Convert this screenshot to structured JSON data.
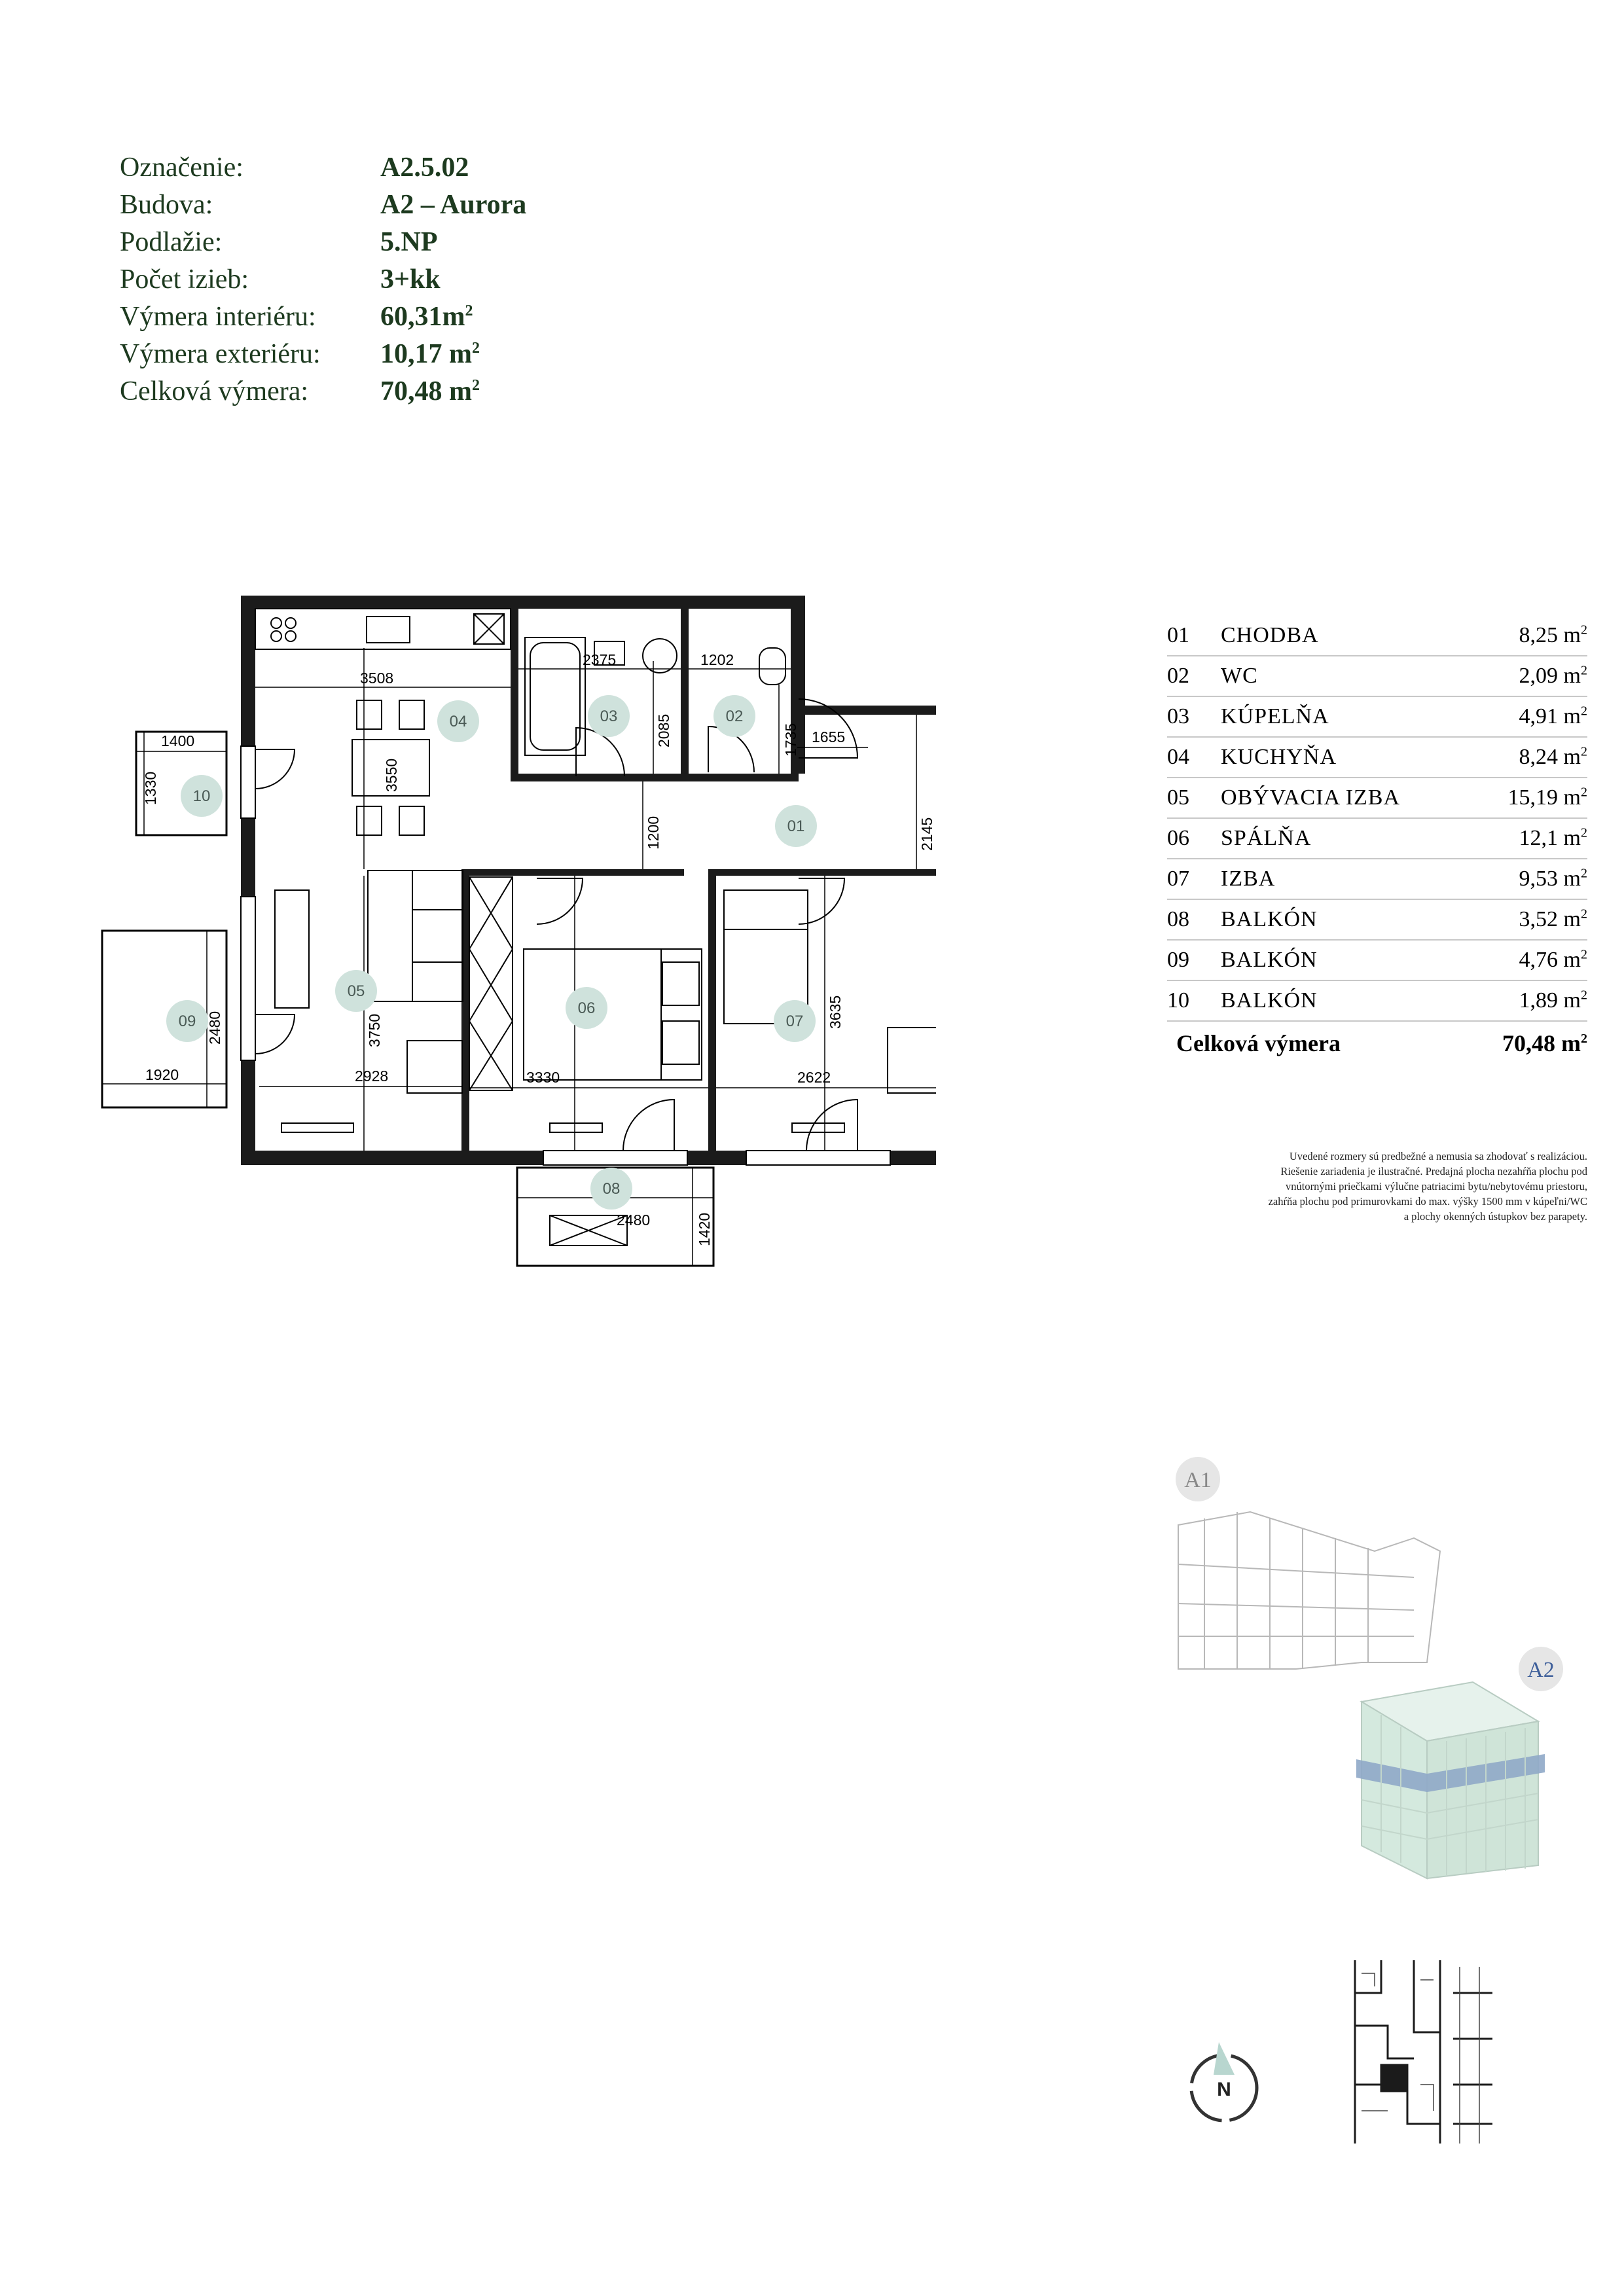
{
  "info": [
    {
      "label": "Označenie:",
      "value": "A2.5.02",
      "unit": ""
    },
    {
      "label": "Budova:",
      "value": "A2 – Aurora",
      "unit": ""
    },
    {
      "label": "Podlažie:",
      "value": "5.NP",
      "unit": ""
    },
    {
      "label": "Počet izieb:",
      "value": "3+kk",
      "unit": ""
    },
    {
      "label": "Výmera interiéru:",
      "value": "60,31m",
      "unit": "2"
    },
    {
      "label": "Výmera exteriéru:",
      "value": "10,17 m",
      "unit": "2"
    },
    {
      "label": "Celková výmera:",
      "value": "70,48 m",
      "unit": "2"
    }
  ],
  "rooms": [
    {
      "num": "01",
      "name": "CHODBA",
      "area": "8,25 m",
      "unit": "2"
    },
    {
      "num": "02",
      "name": "WC",
      "area": "2,09 m",
      "unit": "2"
    },
    {
      "num": "03",
      "name": "KÚPELŇA",
      "area": "4,91 m",
      "unit": "2"
    },
    {
      "num": "04",
      "name": "KUCHYŇA",
      "area": "8,24 m",
      "unit": "2"
    },
    {
      "num": "05",
      "name": "OBÝVACIA IZBA",
      "area": "15,19 m",
      "unit": "2"
    },
    {
      "num": "06",
      "name": "SPÁLŇA",
      "area": "12,1 m",
      "unit": "2"
    },
    {
      "num": "07",
      "name": "IZBA",
      "area": "9,53 m",
      "unit": "2"
    },
    {
      "num": "08",
      "name": "BALKÓN",
      "area": "3,52 m",
      "unit": "2"
    },
    {
      "num": "09",
      "name": "BALKÓN",
      "area": "4,76 m",
      "unit": "2"
    },
    {
      "num": "10",
      "name": "BALKÓN",
      "area": "1,89 m",
      "unit": "2"
    }
  ],
  "total": {
    "label": "Celková výmera",
    "value": "70,48 m",
    "unit": "2"
  },
  "note": [
    "Uvedené rozmery sú predbežné a nemusia sa zhodovať s realizáciou.",
    "Riešenie zariadenia je ilustračné. Predajná plocha nezahŕňa plochu pod",
    "vnútornými priečkami výlučne patriacimi bytu/nebytovému priestoru,",
    "zahŕňa plochu pod primurovkami do max. výšky 1500 mm v kúpeľni/WC",
    "a plochy okenných ústupkov bez parapety."
  ],
  "plan": {
    "room_tags": [
      "01",
      "02",
      "03",
      "04",
      "05",
      "06",
      "07",
      "08",
      "09",
      "10"
    ],
    "dims": [
      "3508",
      "2375",
      "1202",
      "2085",
      "1735",
      "1655",
      "1400",
      "1330",
      "3550",
      "1200",
      "2145",
      "2480",
      "1920",
      "2928",
      "3750",
      "3330",
      "3635",
      "3635",
      "2622",
      "2480",
      "1420"
    ]
  },
  "buildings": {
    "a1": "A1",
    "a2": "A2"
  },
  "compass": {
    "letter": "N"
  },
  "colors": {
    "heading": "#1d3a1f",
    "tag": "#cfe2dc",
    "a2_fill": "#d4e9de",
    "a2_band": "#8fa8c8"
  }
}
